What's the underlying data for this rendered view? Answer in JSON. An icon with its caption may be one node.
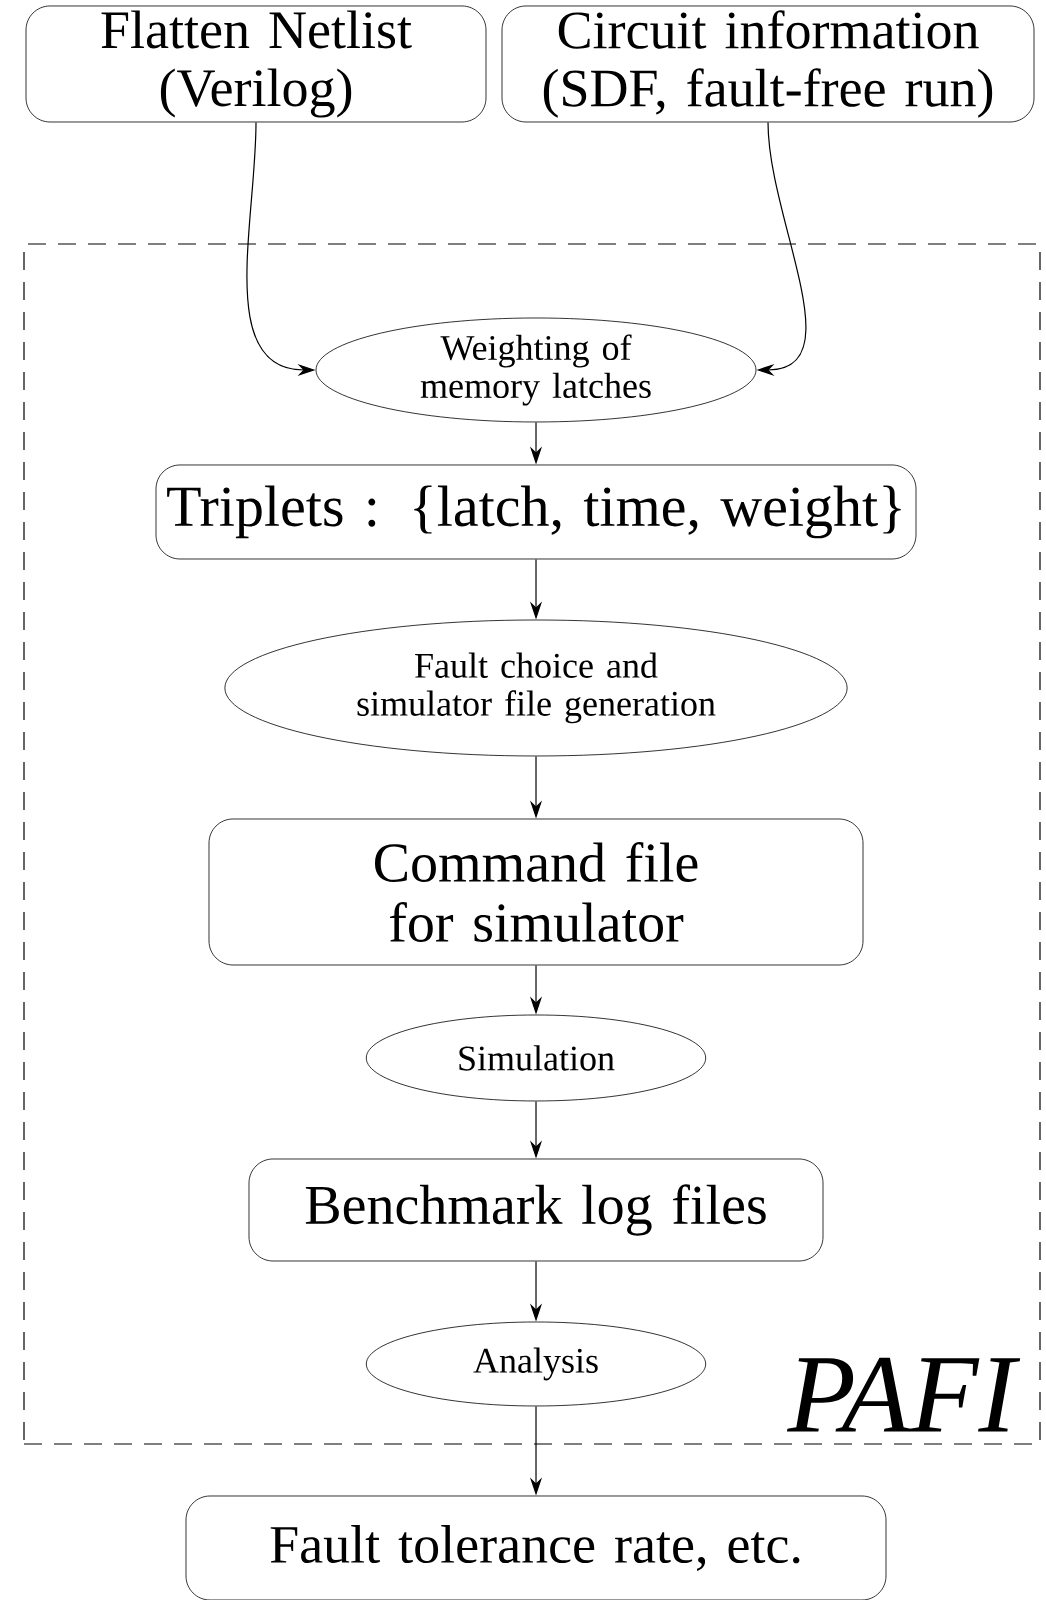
{
  "diagram": {
    "nodes": [
      {
        "text": [
          "PAFI"
        ]
      },
      {
        "text": [
          "Flatten Netlist (Verilog)"
        ]
      },
      {
        "text": [
          "Circuit information (SDF, fault-free run)"
        ]
      },
      {
        "text": [
          "Weighting of memory latches"
        ],
        "in": 0
      },
      {
        "text": [
          "Triplets : {latch, time, weight}"
        ],
        "in": 0
      },
      {
        "text": [
          "Fault choice and simulator file generation"
        ],
        "in": 0
      },
      {
        "text": [
          "Command file for simulator"
        ],
        "in": 0
      },
      {
        "text": [
          "Simulation"
        ],
        "in": 0
      },
      {
        "text": [
          "Benchmark log files"
        ],
        "in": 0
      },
      {
        "text": [
          "Analysis"
        ],
        "in": 0
      },
      {
        "text": [
          "Fault tolerance rate, etc."
        ]
      }
    ],
    "edges": [
      {
        "from": 1,
        "to": 3,
        "arrow": "to"
      },
      {
        "from": 2,
        "to": 3,
        "arrow": "to"
      },
      {
        "from": 3,
        "to": 4,
        "arrow": "to"
      },
      {
        "from": 4,
        "to": 5,
        "arrow": "to"
      },
      {
        "from": 5,
        "to": 6,
        "arrow": "to"
      },
      {
        "from": 6,
        "to": 7,
        "arrow": "to"
      },
      {
        "from": 7,
        "to": 8,
        "arrow": "to"
      },
      {
        "from": 8,
        "to": 9,
        "arrow": "to"
      },
      {
        "from": 9,
        "to": 10,
        "arrow": "to"
      }
    ]
  }
}
